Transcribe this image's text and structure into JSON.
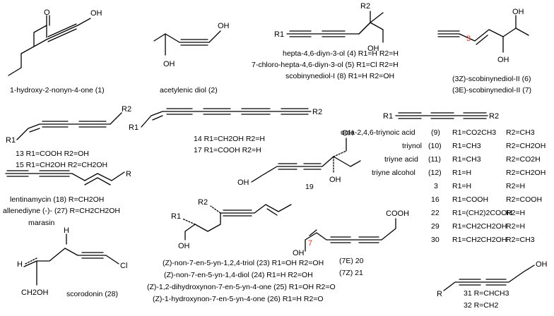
{
  "colors": {
    "ink": "#000000",
    "highlight": "#e0301e"
  },
  "atoms": {
    "O": "O",
    "OH": "OH",
    "R": "R",
    "R1": "R1",
    "R2": "R2",
    "Cl": "Cl",
    "H": "H",
    "COOH": "COOH",
    "CH2OH": "CH2OH",
    "n3": "3",
    "n7": "7"
  },
  "compounds": {
    "c1": "1-hydroxy-2-nonyn-4-one (1)",
    "c2": "acetylenic diol (2)",
    "c4": "hepta-4,6-diyn-3-ol (4) R1=H R2=H",
    "c5": "7-chloro-hepta-4,6-diyn-3-ol (5) R1=Cl R2=H",
    "c8": "scobinynediol-I (8) R1=H R2=OH",
    "c6": "(3Z)-scobinynediol-II (6)",
    "c7": "(3E)-scobinynediol-II (7)",
    "c13": "13 R1=COOH R2=OH",
    "c15": "15 R1=CH2OH R2=CH2OH",
    "c14": "14 R1=CH2OH R2=H",
    "c17": "17 R1=COOH R2=H",
    "c19": "19",
    "c18": "lentinamycin (18) R=CH2OH",
    "c27": "allenediyne (-)- (27) R=CH2CH2OH",
    "marasin": "marasin",
    "c28": "scorodonin (28)",
    "c20": "(7E) 20",
    "c21": "(7Z) 21",
    "c23": "(Z)-non-7-en-5-yn-1,2,4-triol (23) R1=OH R2=OH",
    "c24": "(Z)-non-7-en-5-yn-1,4-diol (24) R1=H R2=OH",
    "c25": "(Z)-1,2-dihydroxynon-7-en-5-yn-4-one (25) R1=OH R2=O",
    "c26": "(Z)-1-hydroxynon-7-en-5-yn-4-one (26) R1=H R2=O",
    "c31": "31 R=CHCH3",
    "c32": "32 R=CH2"
  },
  "triyne_table": [
    {
      "name": "octa-2,4,6-triynoic acid",
      "num": "(9)",
      "r1": "R1=CO2CH3",
      "r2": "R2=CH3"
    },
    {
      "name": "triynol",
      "num": "(10)",
      "r1": "R1=CH3",
      "r2": "R2=CH2OH"
    },
    {
      "name": "triyne acid",
      "num": "(11)",
      "r1": "R1=CH3",
      "r2": "R2=CO2H"
    },
    {
      "name": "triyne alcohol",
      "num": "(12)",
      "r1": "R1=H",
      "r2": "R2=CH2OH"
    },
    {
      "name": "",
      "num": "3",
      "r1": "R1=H",
      "r2": "R2=H"
    },
    {
      "name": "",
      "num": "16",
      "r1": "R1=COOH",
      "r2": "R2=COOH"
    },
    {
      "name": "",
      "num": "22",
      "r1": "R1=(CH2)2COOH",
      "r2": "R2=H"
    },
    {
      "name": "",
      "num": "29",
      "r1": "R1=CH2CH2OH",
      "r2": "R2=H"
    },
    {
      "name": "",
      "num": "30",
      "r1": "R1=CH2CH2OH",
      "r2": "R2=CH3"
    }
  ]
}
